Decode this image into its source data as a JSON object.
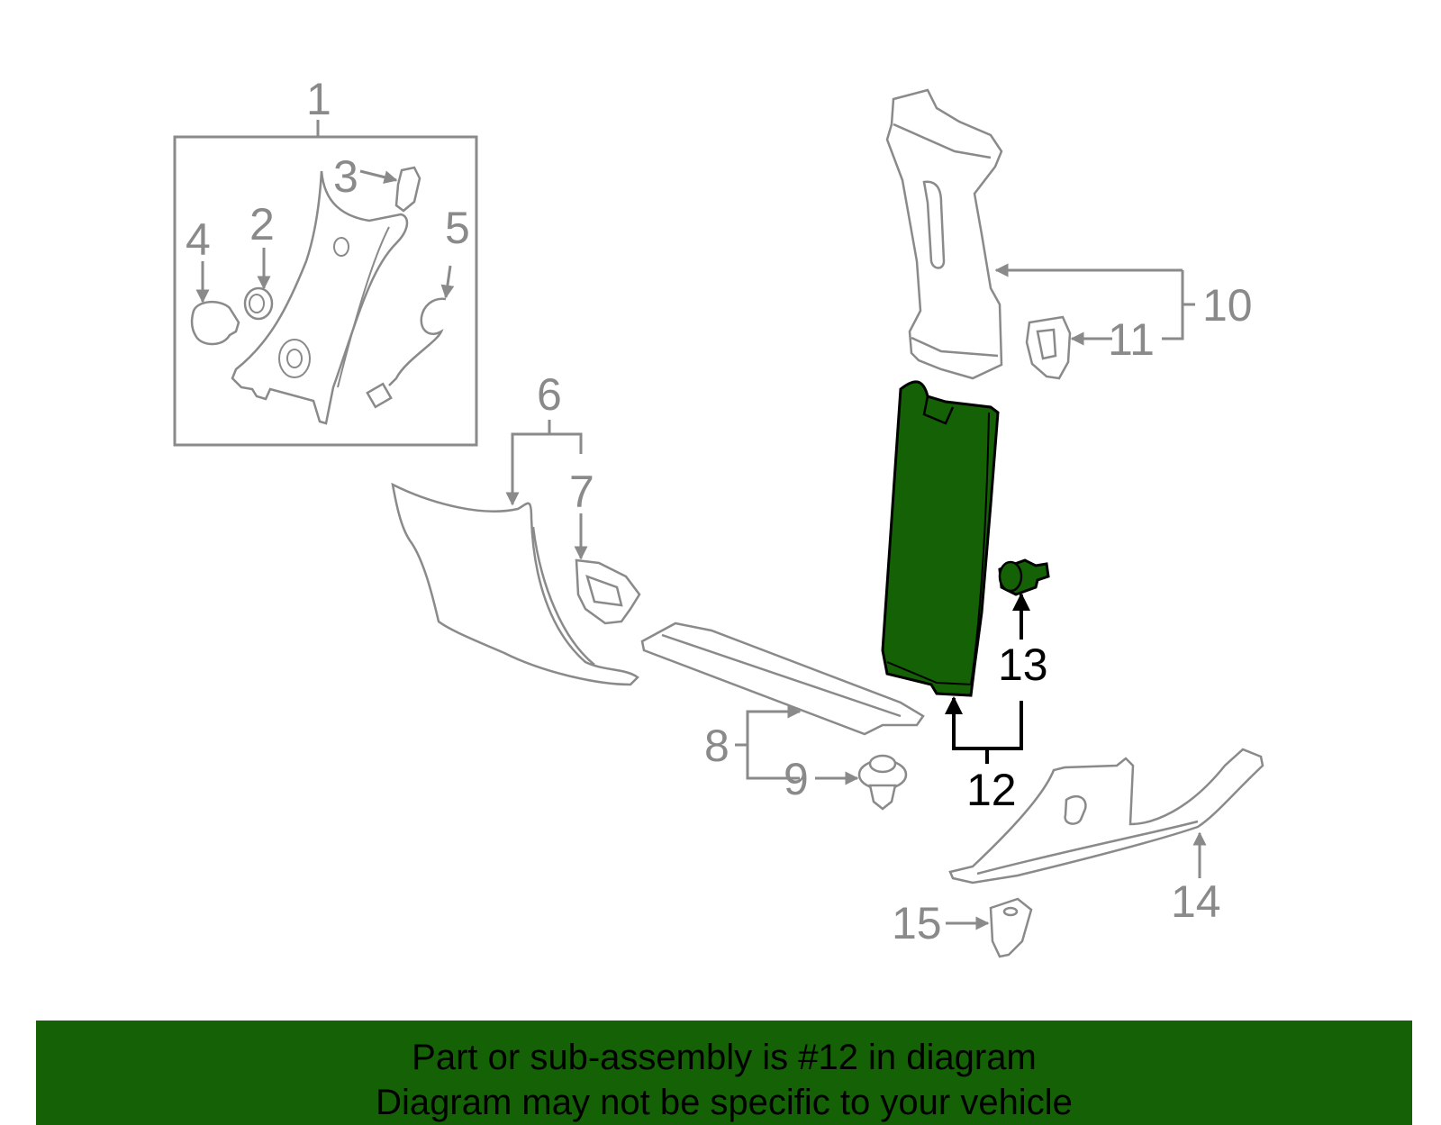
{
  "colors": {
    "part_outline": "#8a8a8a",
    "part_fill": "#ffffff",
    "highlight_fill": "#146205",
    "highlight_outline": "#000000",
    "banner_background": "#146205",
    "banner_text": "#000000"
  },
  "callouts": {
    "c1": "1",
    "c2": "2",
    "c3": "3",
    "c4": "4",
    "c5": "5",
    "c6": "6",
    "c7": "7",
    "c8": "8",
    "c9": "9",
    "c10": "10",
    "c11": "11",
    "c12": "12",
    "c13": "13",
    "c14": "14",
    "c15": "15"
  },
  "banner": {
    "line1": "Part or sub-assembly is #12 in diagram",
    "line2": "Diagram may not be specific to your vehicle"
  }
}
